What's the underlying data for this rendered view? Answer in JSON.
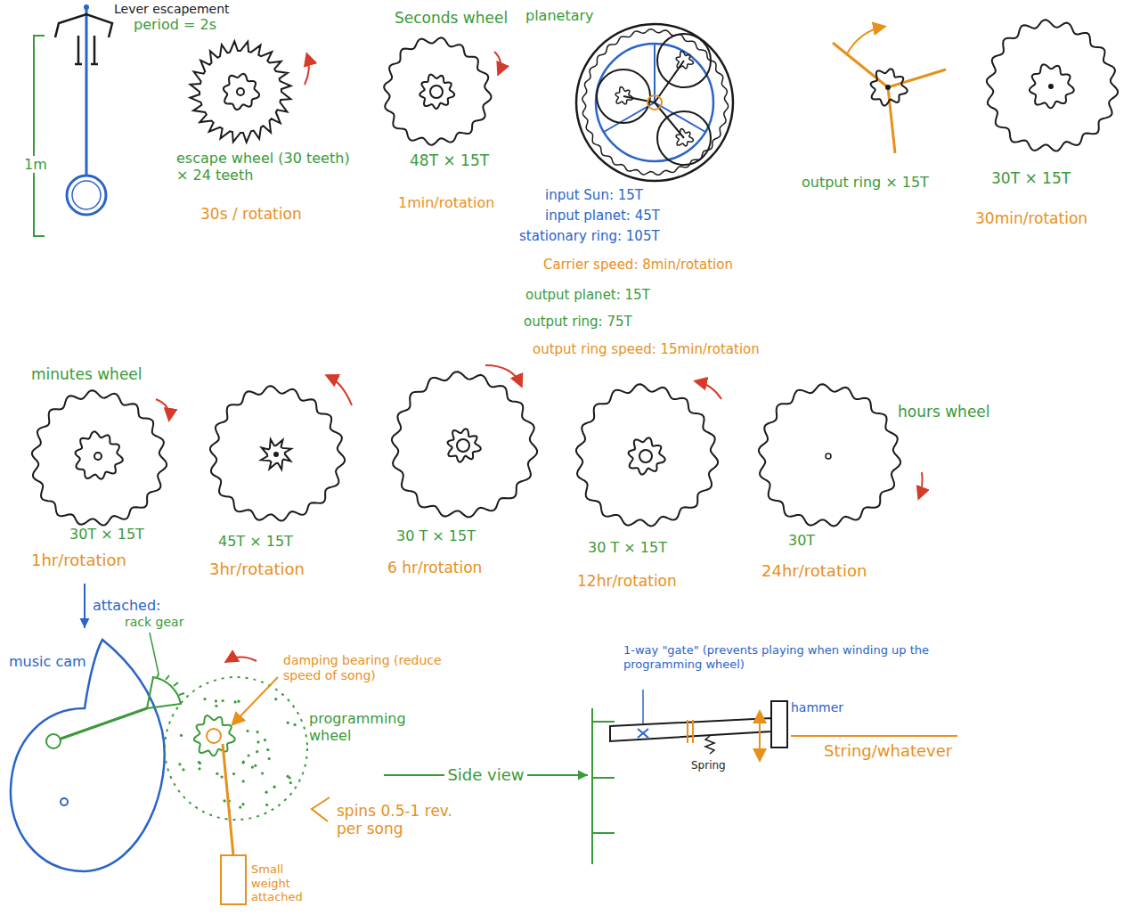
{
  "diagram": {
    "nodes": [
      {
        "text": [
          "Lever escapement",
          "period = 2s",
          "1m"
        ]
      },
      {
        "text": [
          "escape wheel (30 teeth) × 24 teeth",
          "30s / rotation"
        ]
      },
      {
        "text": [
          "Seconds wheel",
          "48T × 15T",
          "1min/rotation"
        ]
      },
      {
        "text": [
          "planetary",
          "input Sun: 15T",
          "input planet: 45T",
          "stationary ring: 105T",
          "Carrier speed: 8min/rotation",
          "output planet: 15T",
          "output ring: 75T",
          "output ring speed: 15min/rotation"
        ]
      },
      {
        "text": [
          "output ring × 15T"
        ]
      },
      {
        "text": [
          "30T × 15T",
          "30min/rotation"
        ]
      },
      {
        "text": [
          "minutes wheel",
          "30T × 15T",
          "1hr/rotation"
        ]
      },
      {
        "text": [
          "45T × 15T",
          "3hr/rotation"
        ]
      },
      {
        "text": [
          "30 T × 15T",
          "6 hr/rotation"
        ]
      },
      {
        "text": [
          "30 T × 15T",
          "12hr/rotation"
        ]
      },
      {
        "text": [
          "hours wheel",
          "30T",
          "24hr/rotation"
        ]
      },
      {
        "text": [
          "music cam"
        ]
      },
      {
        "text": [
          "programming wheel"
        ]
      },
      {
        "text": [
          "hammer"
        ]
      }
    ],
    "edges": [
      {
        "from": 6,
        "to": 11,
        "label": "attached:",
        "arrow": "to"
      },
      {
        "from": 12,
        "to": 13,
        "label": "Side view",
        "arrow": "to"
      }
    ],
    "labels": [
      "rack gear",
      "damping bearing (reduce speed of song)",
      "spins 0.5-1 rev. per song",
      "Small weight attached",
      "1-way \"gate\" (prevents playing when winding up the programming wheel)",
      "Spring",
      "String/whatever"
    ]
  }
}
